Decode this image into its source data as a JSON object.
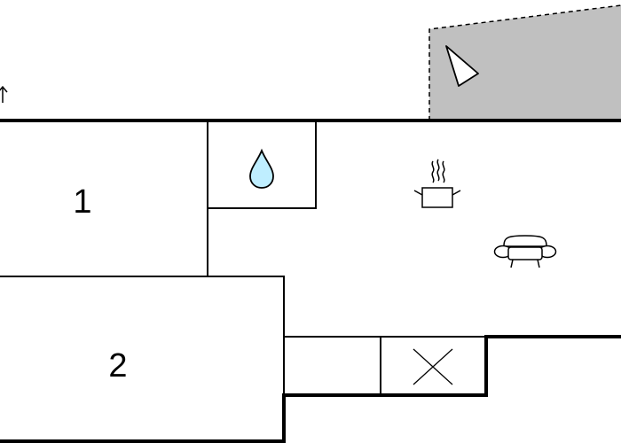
{
  "rooms": [
    {
      "label": "1",
      "kind": "bedroom"
    },
    {
      "label": "2",
      "kind": "bedroom"
    }
  ],
  "icons": {
    "bathroom": "water-drop-icon",
    "kitchen": "cooking-pot-icon",
    "living": "sofa-icon",
    "storage": "cross-icon",
    "terrace_direction": "triangle-pointer-icon",
    "north": "north-arrow-icon"
  },
  "colors": {
    "wall": "#000000",
    "terrace_fill": "#c0c0c0",
    "water": "#bfeeff",
    "background": "#ffffff"
  }
}
